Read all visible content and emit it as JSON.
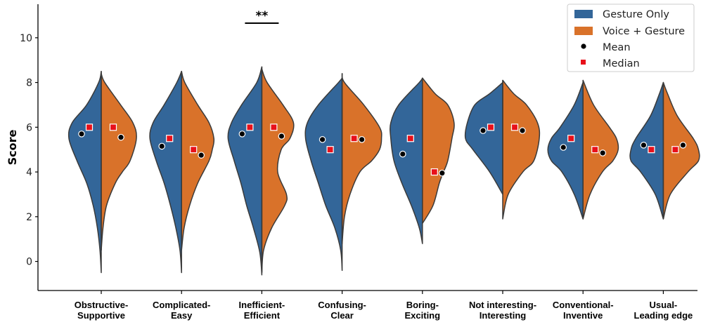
{
  "chart_data": {
    "type": "violin",
    "title": "",
    "xlabel": "",
    "ylabel": "Score",
    "ylim": [
      -1.3,
      11.5
    ],
    "yticks": [
      0,
      2,
      4,
      6,
      8,
      10
    ],
    "categories": [
      [
        "Obstructive-",
        "Supportive"
      ],
      [
        "Complicated-",
        "Easy"
      ],
      [
        "Inefficient-",
        "Efficient"
      ],
      [
        "Confusing-",
        "Clear"
      ],
      [
        "Boring-",
        "Exciting"
      ],
      [
        "Not interesting-",
        "Interesting"
      ],
      [
        "Conventional-",
        "Inventive"
      ],
      [
        "Usual-",
        "Leading edge"
      ]
    ],
    "series": [
      {
        "name": "Gesture Only",
        "color": "#336699",
        "range": [
          [
            -0.5,
            8.5
          ],
          [
            -0.5,
            8.5
          ],
          [
            -0.6,
            8.7
          ],
          [
            -0.4,
            8.2
          ],
          [
            0.8,
            8.2
          ],
          [
            3.0,
            8.0
          ],
          [
            1.9,
            8.0
          ],
          [
            1.9,
            8.0
          ]
        ],
        "density_y": [
          [
            -0.5,
            0.5,
            1.5,
            2.5,
            3.5,
            4.5,
            5.5,
            6.2,
            7.0,
            8.0,
            8.5
          ],
          [
            -0.5,
            0.5,
            1.5,
            2.5,
            3.5,
            4.5,
            5.5,
            6.2,
            7.0,
            8.0,
            8.5
          ],
          [
            -0.6,
            0.4,
            1.5,
            2.5,
            3.5,
            4.5,
            5.5,
            6.2,
            7.0,
            8.0,
            8.7
          ],
          [
            -0.4,
            0.5,
            1.5,
            2.5,
            3.5,
            4.5,
            5.5,
            6.2,
            7.0,
            8.0,
            8.2
          ],
          [
            0.8,
            1.5,
            2.5,
            3.5,
            4.5,
            5.5,
            6.2,
            7.0,
            8.0,
            8.2
          ],
          [
            3.0,
            4.0,
            5.0,
            5.5,
            6.2,
            7.0,
            7.5,
            8.0
          ],
          [
            1.9,
            3.0,
            4.0,
            4.5,
            5.0,
            5.5,
            6.0,
            7.0,
            8.0
          ],
          [
            1.9,
            3.0,
            4.0,
            4.5,
            5.0,
            5.5,
            6.5,
            7.5,
            8.0
          ]
        ],
        "density_w": [
          [
            0,
            0.04,
            0.12,
            0.25,
            0.45,
            0.75,
            1.0,
            0.9,
            0.45,
            0.08,
            0
          ],
          [
            0,
            0.05,
            0.18,
            0.35,
            0.55,
            0.8,
            1.0,
            0.9,
            0.55,
            0.15,
            0
          ],
          [
            0,
            0.06,
            0.25,
            0.45,
            0.62,
            0.82,
            1.0,
            0.9,
            0.6,
            0.15,
            0
          ],
          [
            0,
            0.04,
            0.2,
            0.45,
            0.65,
            0.85,
            1.0,
            0.95,
            0.65,
            0.1,
            0
          ],
          [
            0,
            0.1,
            0.35,
            0.65,
            0.9,
            1.0,
            1.0,
            0.75,
            0.1,
            0
          ],
          [
            0,
            0.35,
            0.8,
            1.0,
            0.95,
            0.75,
            0.35,
            0
          ],
          [
            0,
            0.25,
            0.6,
            0.9,
            1.0,
            0.9,
            0.65,
            0.25,
            0
          ],
          [
            0,
            0.25,
            0.7,
            1.0,
            1.0,
            0.85,
            0.4,
            0.12,
            0
          ]
        ],
        "widths": [
          46,
          45,
          48,
          52,
          45,
          53,
          50,
          46
        ],
        "mean": [
          5.7,
          5.15,
          5.7,
          5.45,
          4.8,
          5.85,
          5.1,
          5.2
        ],
        "median": [
          6.0,
          5.5,
          6.0,
          5.0,
          5.5,
          6.0,
          5.5,
          5.0
        ]
      },
      {
        "name": "Voice + Gesture",
        "color": "#d9722a",
        "range": [
          [
            0.5,
            8.4
          ],
          [
            0.5,
            8.5
          ],
          [
            -0.5,
            8.6
          ],
          [
            0.8,
            8.4
          ],
          [
            1.7,
            8.2
          ],
          [
            1.9,
            8.1
          ],
          [
            1.9,
            8.1
          ],
          [
            1.9,
            8.0
          ]
        ],
        "density_y": [
          [
            0.5,
            1.5,
            2.5,
            3.5,
            4.0,
            4.5,
            5.5,
            6.2,
            7.0,
            8.0,
            8.4
          ],
          [
            0.5,
            1.5,
            2.5,
            3.5,
            4.5,
            5.0,
            5.5,
            6.2,
            7.0,
            8.0,
            8.5
          ],
          [
            -0.5,
            0.5,
            1.5,
            2.5,
            3.0,
            4.0,
            5.0,
            5.5,
            6.2,
            7.0,
            8.0,
            8.6
          ],
          [
            0.8,
            2.0,
            3.0,
            4.0,
            4.5,
            5.0,
            5.5,
            6.0,
            7.0,
            8.0,
            8.4
          ],
          [
            1.7,
            2.5,
            3.5,
            4.0,
            4.5,
            5.5,
            6.2,
            7.0,
            7.5,
            8.2
          ],
          [
            1.9,
            3.0,
            4.0,
            4.5,
            5.5,
            6.2,
            7.0,
            7.5,
            8.1
          ],
          [
            1.9,
            3.0,
            4.0,
            4.5,
            5.0,
            5.5,
            6.0,
            7.0,
            8.1
          ],
          [
            1.9,
            3.0,
            4.0,
            4.5,
            5.0,
            5.5,
            6.5,
            7.5,
            8.0
          ]
        ],
        "density_w": [
          [
            0,
            0.05,
            0.15,
            0.4,
            0.6,
            0.82,
            1.0,
            0.9,
            0.55,
            0.1,
            0
          ],
          [
            0,
            0.08,
            0.25,
            0.5,
            0.85,
            0.95,
            1.0,
            0.85,
            0.5,
            0.1,
            0
          ],
          [
            0,
            0.05,
            0.28,
            0.65,
            0.7,
            0.45,
            0.55,
            0.8,
            0.9,
            0.6,
            0.15,
            0
          ],
          [
            0,
            0.06,
            0.2,
            0.45,
            0.75,
            0.95,
            1.0,
            0.95,
            0.55,
            0.06,
            0
          ],
          [
            0,
            0.25,
            0.4,
            0.5,
            0.6,
            0.7,
            0.75,
            0.6,
            0.3,
            0
          ],
          [
            0,
            0.15,
            0.55,
            0.85,
            1.0,
            0.95,
            0.65,
            0.3,
            0
          ],
          [
            0,
            0.2,
            0.55,
            0.85,
            1.0,
            0.95,
            0.75,
            0.3,
            0
          ],
          [
            0,
            0.2,
            0.7,
            1.0,
            1.0,
            0.85,
            0.4,
            0.12,
            0
          ]
        ],
        "widths": [
          50,
          46,
          50,
          56,
          60,
          52,
          50,
          50
        ],
        "mean": [
          5.55,
          4.75,
          5.6,
          5.45,
          3.95,
          5.85,
          4.85,
          5.2
        ],
        "median": [
          6.0,
          5.0,
          6.0,
          5.5,
          4.0,
          6.0,
          5.0,
          5.0
        ]
      }
    ],
    "legend": {
      "position": "top-right",
      "entries": [
        "Gesture Only",
        "Voice + Gesture",
        "Mean",
        "Median"
      ],
      "mean_color": "#000000",
      "median_color": "#e8101a"
    },
    "annotation": {
      "text": "**",
      "category_index": 2
    }
  }
}
